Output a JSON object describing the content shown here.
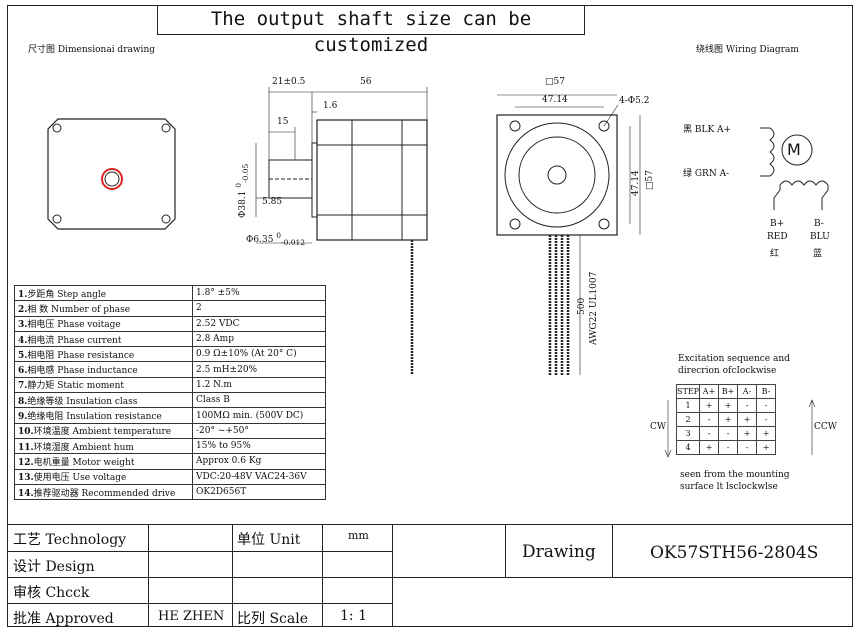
{
  "banner": "The output shaft size can be customized",
  "titles": {
    "dimensional": "尺寸图 Dimensionai drawing",
    "wiring": "绕线图 Wiring Diagram"
  },
  "dims": {
    "d21": "21±0.5",
    "d56": "56",
    "d1_6": "1.6",
    "d15": "15",
    "d38": "Φ38.1",
    "d38_tol_upper": "0",
    "d38_tol_lower": "-0.05",
    "d5_85": "5.85",
    "d6_35": "Φ6.35",
    "d6_35_tol_upper": "0",
    "d6_35_tol_lower": "-0.012",
    "sq57_top": "□57",
    "d47_top": "47.14",
    "hole": "4-Φ5.2",
    "d47_right": "47.14",
    "sq57_right": "□57",
    "lead_len": "500",
    "lead_wire": "AWG22 UL1007"
  },
  "wiring": {
    "blk": "黑 BLK A+",
    "grn": "绿 GRN A-",
    "motor": "M",
    "b_plus": "B+",
    "b_minus": "B-",
    "red": "RED",
    "blu": "BLU",
    "red_cn": "红",
    "blu_cn": "蓝"
  },
  "specs": [
    {
      "num": "1.",
      "label": "步距角 Step angle",
      "value": "1.8° ±5%"
    },
    {
      "num": "2.",
      "label": "相  数 Number of phase",
      "value": "2"
    },
    {
      "num": "3.",
      "label": "相电压 Phase voitage",
      "value": "2.52 VDC"
    },
    {
      "num": "4.",
      "label": "相电流 Phase current",
      "value": "2.8 Amp"
    },
    {
      "num": "5.",
      "label": "相电阻 Phase resistance",
      "value": "0.9 Ω±10% (At 20° C)"
    },
    {
      "num": "6.",
      "label": "相电感 Phase inductance",
      "value": "2.5 mH±20%"
    },
    {
      "num": "7.",
      "label": "静力矩 Static moment",
      "value": "1.2 N.m"
    },
    {
      "num": "8.",
      "label": "绝缘等级 Insulation class",
      "value": "Class B"
    },
    {
      "num": "9.",
      "label": "绝缘电阻 Insulation resistance",
      "value": "100MΩ min. (500V DC)"
    },
    {
      "num": "10.",
      "label": "环境温度 Ambient temperature",
      "value": "-20° ~+50°"
    },
    {
      "num": "11.",
      "label": "环境湿度 Ambient hum",
      "value": "15% to 95%"
    },
    {
      "num": "12.",
      "label": "电机重量 Motor weight",
      "value": "Approx 0.6 Kg"
    },
    {
      "num": "13.",
      "label": "使用电压 Use voltage",
      "value": "VDC:20-48V VAC24-36V"
    },
    {
      "num": "14.",
      "label": "推荐驱动器 Recommended drive",
      "value": "OK2D656T"
    }
  ],
  "excitation": {
    "title1": "Excitation sequence and",
    "title2": "direcrion ofcIockwise",
    "cw": "CW",
    "ccw": "CCW",
    "header": [
      "STEP",
      "A+",
      "B+",
      "A-",
      "B-"
    ],
    "rows": [
      [
        "1",
        "+",
        "+",
        "-",
        "-"
      ],
      [
        "2",
        "-",
        "+",
        "+",
        "-"
      ],
      [
        "3",
        "-",
        "-",
        "+",
        "+"
      ],
      [
        "4",
        "+",
        "-",
        "-",
        "+"
      ]
    ],
    "foot1": "seen from the mounting",
    "foot2": "surface lt lsclockwlse"
  },
  "titleblock": {
    "technology": "工艺 Technology",
    "design": "设计 Design",
    "check": "审核 Chcck",
    "approved": "批准 Approved",
    "approver": "HE ZHEN",
    "unit_label": "单位 Unit",
    "unit_value": "mm",
    "scale_label": "比列 Scale",
    "scale_value": "1: 1",
    "drawing": "Drawing",
    "model": "OK57STH56-2804S"
  }
}
